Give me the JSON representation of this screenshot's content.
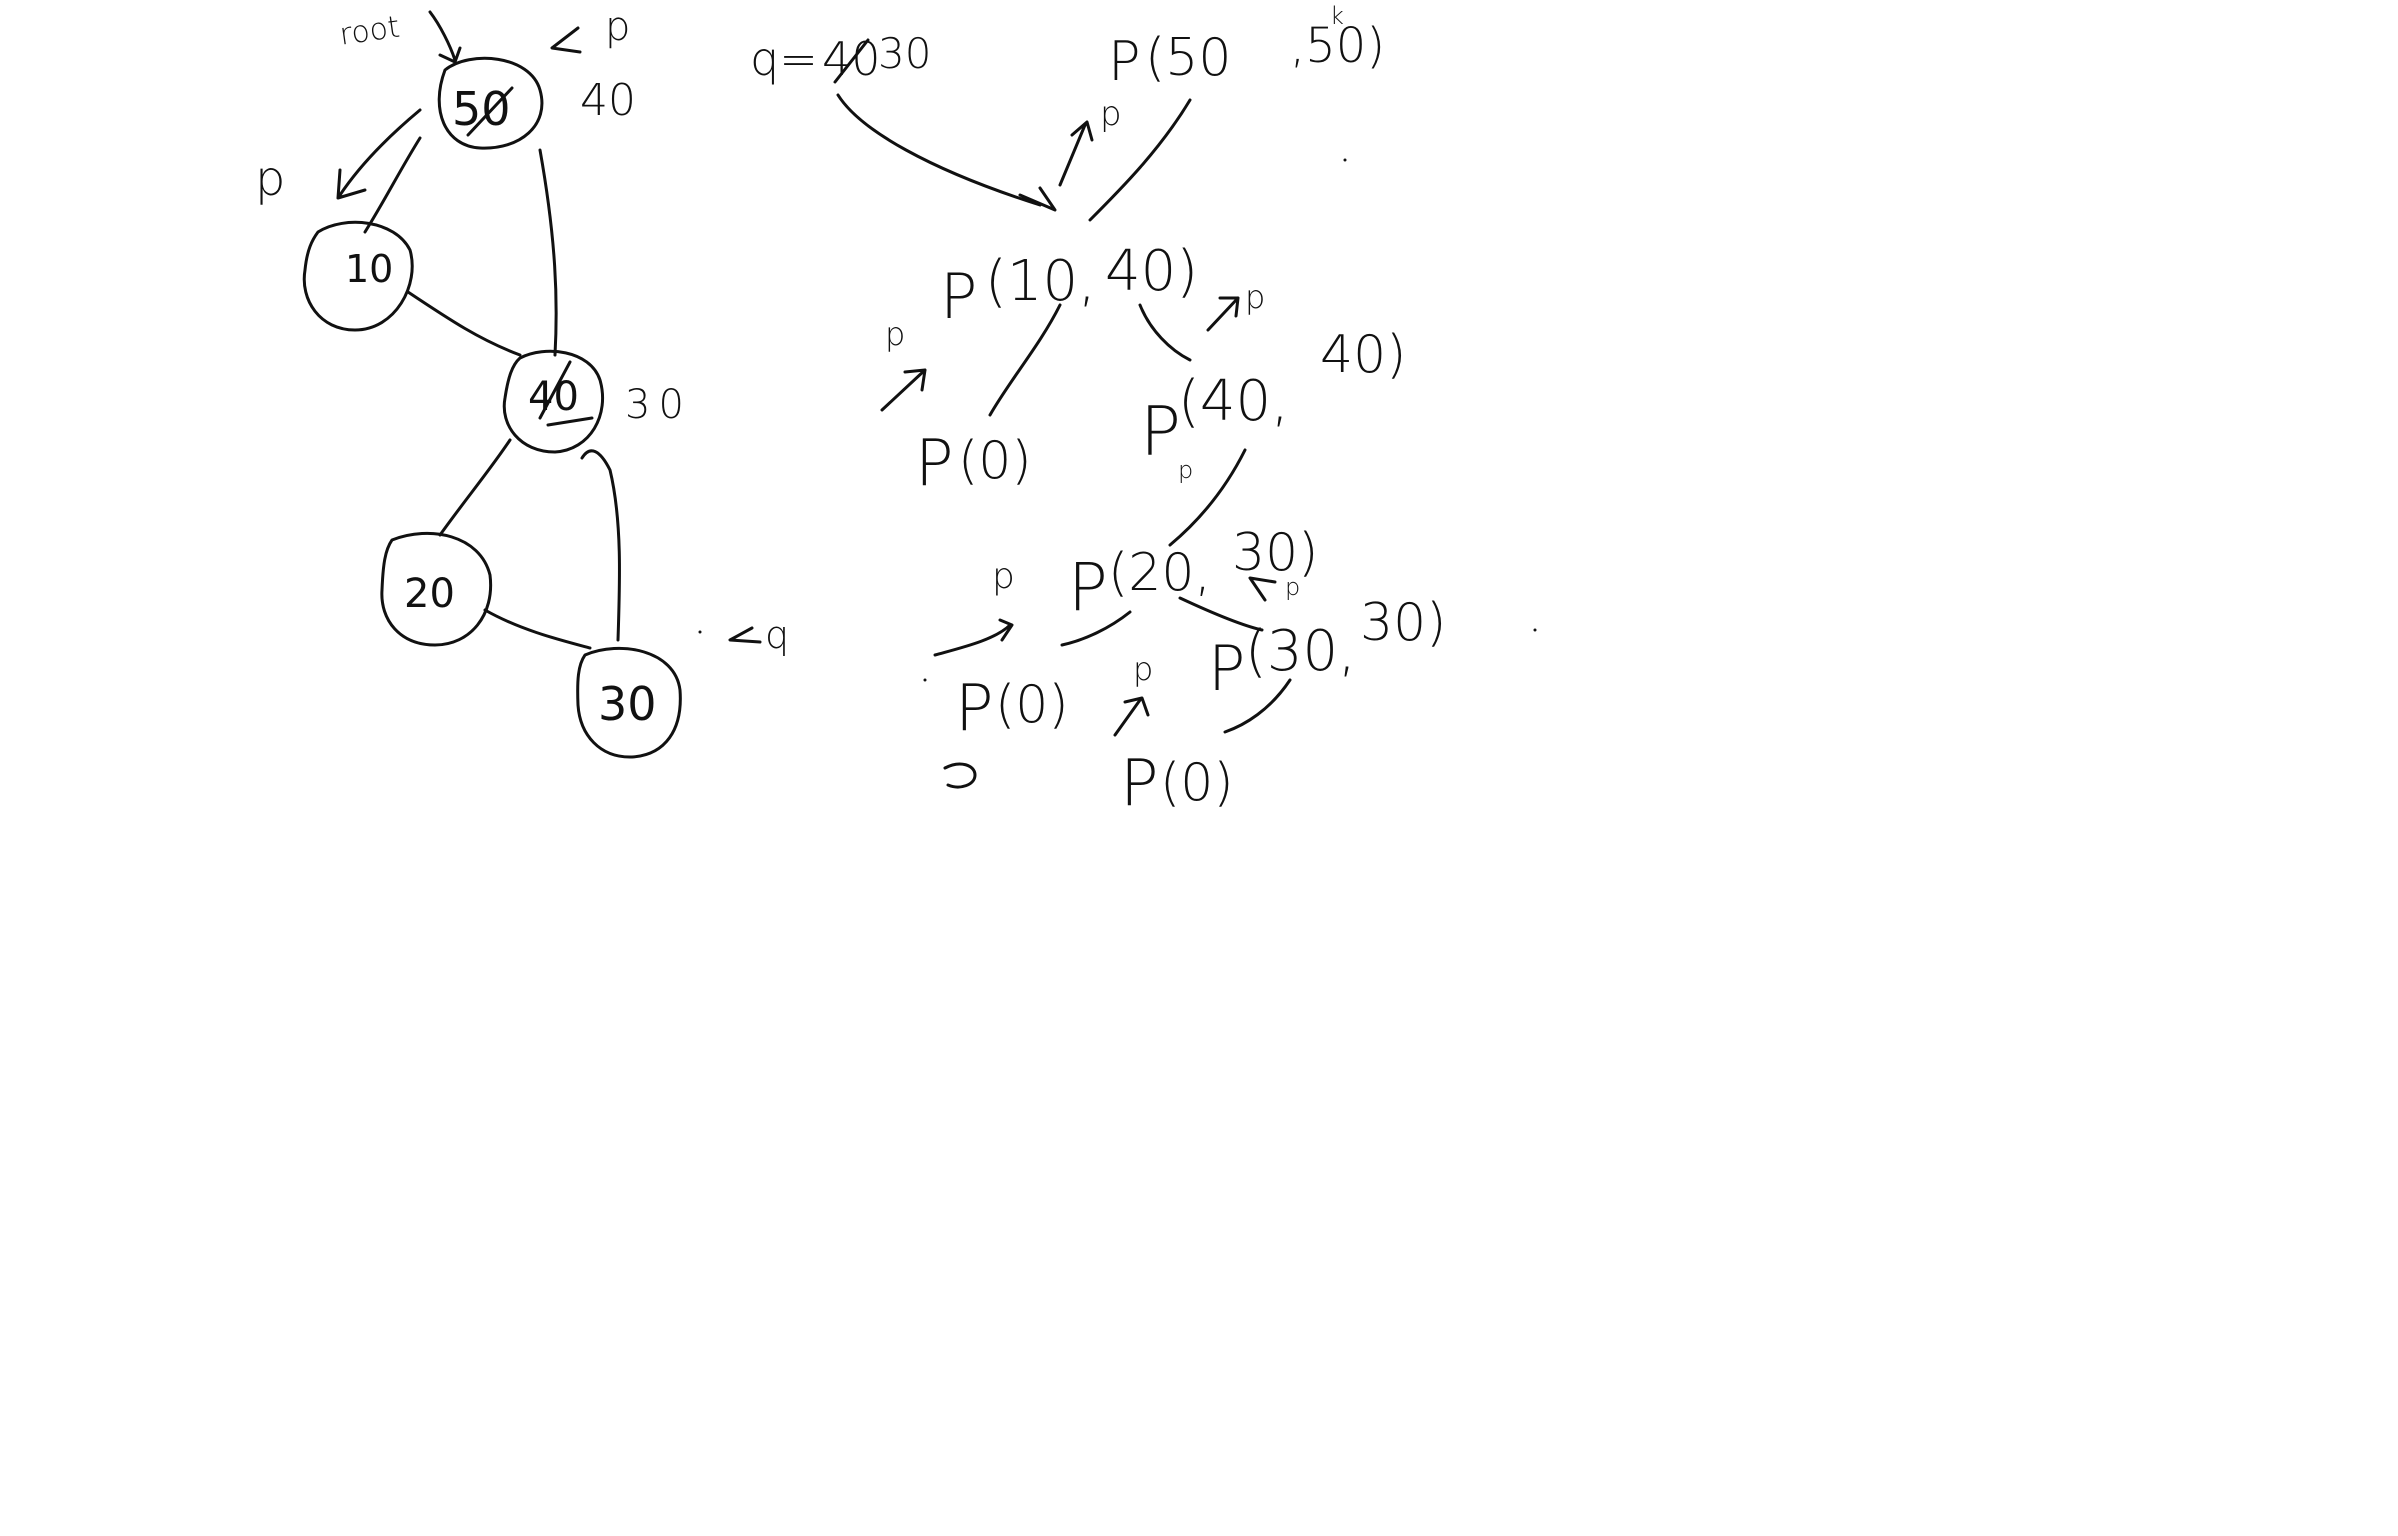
{
  "tree": {
    "nodes": [
      {
        "id": "root",
        "label": "50",
        "struck": true,
        "replacement": "40"
      },
      {
        "id": "left",
        "label": "10",
        "struck": false
      },
      {
        "id": "mid",
        "label": "40",
        "struck": true,
        "replacement": "30"
      },
      {
        "id": "low-left",
        "label": "20",
        "struck": false
      },
      {
        "id": "low-right",
        "label": "30",
        "struck": false
      }
    ],
    "annotations": {
      "root_label": "root",
      "p_top": "p",
      "p_left": "p",
      "q_marker": "q"
    }
  },
  "trace": {
    "q_assignment": {
      "prefix": "q=",
      "struck": "40",
      "value": "30"
    },
    "calls": [
      {
        "id": "call-root",
        "fn": "P",
        "args": "(50",
        "tail": ",50)",
        "mark": "k"
      },
      {
        "id": "call-10",
        "fn": "P",
        "args": "(10,",
        "tail": "40)"
      },
      {
        "id": "call-0-a",
        "fn": "P",
        "args": "(0)"
      },
      {
        "id": "call-40",
        "fn": "P",
        "args": "(40,",
        "tail": "40)"
      },
      {
        "id": "call-20",
        "fn": "P",
        "args": "(20,",
        "tail": "30)"
      },
      {
        "id": "call-30",
        "fn": "P",
        "args": "(30,",
        "tail": "30)"
      },
      {
        "id": "call-0-b",
        "fn": "P",
        "args": "(0)"
      },
      {
        "id": "call-0-c",
        "fn": "P",
        "args": "(0)"
      }
    ],
    "arrow_marks": [
      "p",
      "p",
      "p",
      "p",
      "p",
      "p",
      "p"
    ]
  }
}
